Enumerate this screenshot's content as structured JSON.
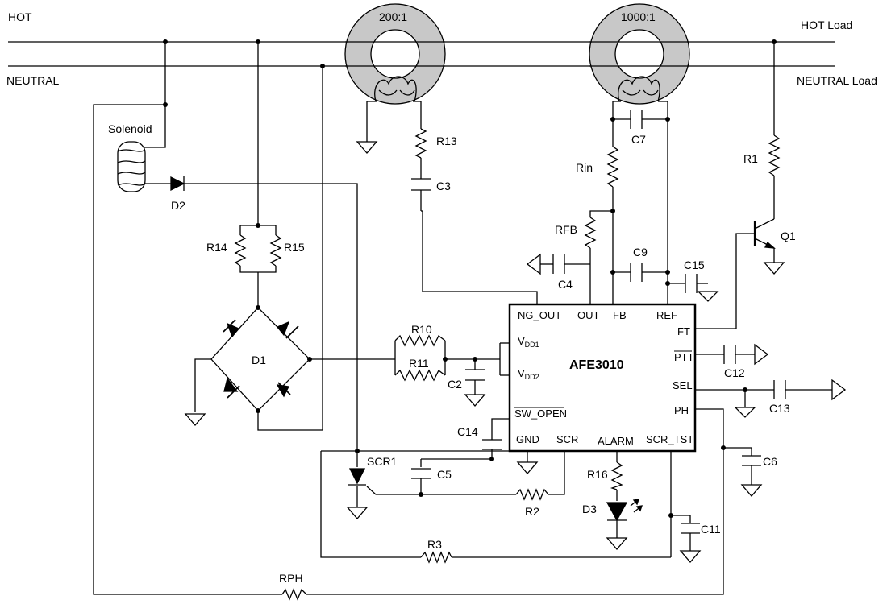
{
  "lines": {
    "hot": "HOT",
    "neutral": "NEUTRAL",
    "hot_load": "HOT Load",
    "neutral_load": "NEUTRAL Load"
  },
  "transformers": {
    "ct1_ratio": "200:1",
    "ct2_ratio": "1000:1"
  },
  "chip": {
    "name": "AFE3010",
    "pins": {
      "ng_out": "NG_OUT",
      "out": "OUT",
      "fb": "FB",
      "ref": "REF",
      "vdd_prefix": "V",
      "vdd1_sub": "DD1",
      "vdd2_sub": "DD2",
      "ft": "FT",
      "ptt": "PTT",
      "sel": "SEL",
      "ph": "PH",
      "sw_open": "SW_OPEN",
      "gnd": "GND",
      "scr": "SCR",
      "alarm": "ALARM",
      "scr_tst": "SCR_TST"
    }
  },
  "components": {
    "solenoid": "Solenoid",
    "d1": "D1",
    "d2": "D2",
    "d3": "D3",
    "r1": "R1",
    "r2": "R2",
    "r3": "R3",
    "r10": "R10",
    "r11": "R11",
    "r13": "R13",
    "r14": "R14",
    "r15": "R15",
    "r16": "R16",
    "rin": "Rin",
    "rfb": "RFB",
    "rph": "RPH",
    "c2": "C2",
    "c3": "C3",
    "c4": "C4",
    "c5": "C5",
    "c6": "C6",
    "c7": "C7",
    "c9": "C9",
    "c11": "C11",
    "c12": "C12",
    "c13": "C13",
    "c14": "C14",
    "c15": "C15",
    "q1": "Q1",
    "scr1": "SCR1"
  }
}
